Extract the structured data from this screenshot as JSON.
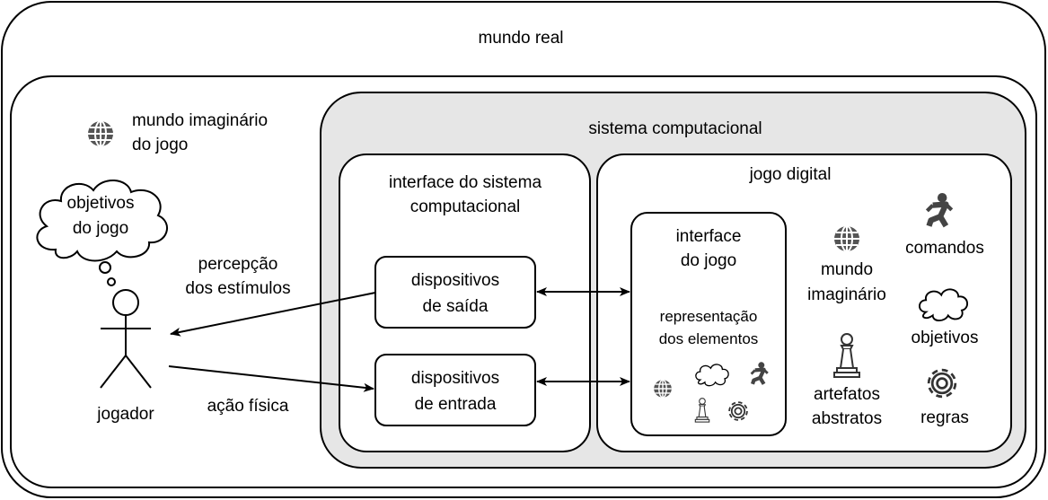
{
  "real_world": {
    "label": "mundo real"
  },
  "imaginary_world": {
    "line1": "mundo imaginário",
    "line2": "do jogo"
  },
  "player": {
    "label": "jogador",
    "thought_line1": "objetivos",
    "thought_line2": "do jogo"
  },
  "perception": {
    "line1": "percepção",
    "line2": "dos estímulos"
  },
  "physical_action": {
    "label": "ação física"
  },
  "computer_system": {
    "label": "sistema computacional"
  },
  "system_interface": {
    "line1": "interface do sistema",
    "line2": "computacional",
    "output_line1": "dispositivos",
    "output_line2": "de saída",
    "input_line1": "dispositivos",
    "input_line2": "de entrada"
  },
  "digital_game": {
    "label": "jogo digital",
    "interface_line1": "interface",
    "interface_line2": "do jogo",
    "repr_line1": "representação",
    "repr_line2": "dos elementos",
    "imaginary_line1": "mundo",
    "imaginary_line2": "imaginário",
    "commands": "comandos",
    "objectives": "objetivos",
    "artifacts_line1": "artefatos",
    "artifacts_line2": "abstratos",
    "rules": "regras"
  }
}
